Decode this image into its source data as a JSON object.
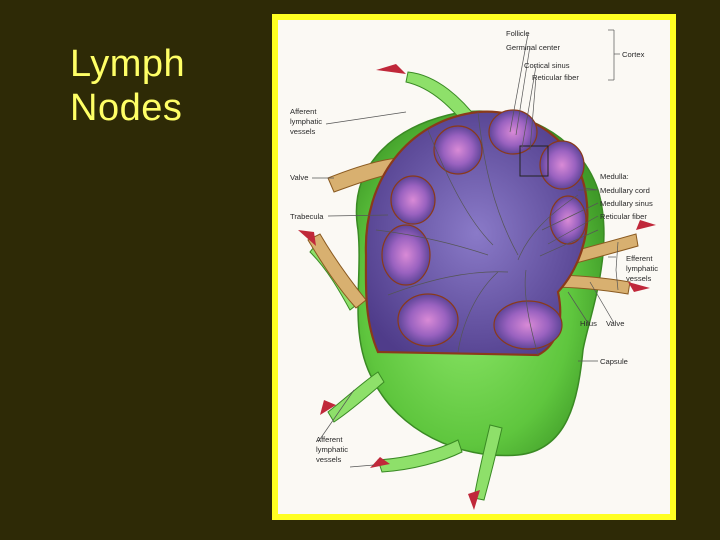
{
  "slide": {
    "title_line1": "Lymph",
    "title_line2": "Nodes",
    "title_color": "#ffff66",
    "background": "#2e2a06",
    "frame_color": "#ffff22"
  },
  "figure": {
    "labels": {
      "follicle": "Follicle",
      "germinal_center": "Germinal center",
      "cortical_sinus": "Cortical sinus",
      "reticular_fiber_top": "Reticular fiber",
      "cortex": "Cortex",
      "afferent_top_1": "Afferent",
      "afferent_top_2": "lymphatic",
      "afferent_top_3": "vessels",
      "valve_left": "Valve",
      "trabecula": "Trabecula",
      "medulla": "Medulla:",
      "medullary_cord": "Medullary cord",
      "medullary_sinus": "Medullary sinus",
      "reticular_fiber_mid": "Reticular fiber",
      "efferent_1": "Efferent",
      "efferent_2": "lymphatic",
      "efferent_3": "vessels",
      "hilus": "Hilus",
      "valve_right": "Valve",
      "capsule": "Capsule",
      "afferent_bottom_1": "Afferent",
      "afferent_bottom_2": "lymphatic",
      "afferent_bottom_3": "vessels"
    },
    "colors": {
      "capsule_green": "#6fd14a",
      "node_purple": "#6a4fa0",
      "follicle_pink": "#c77ac9",
      "trabecula_brown": "#8a3a1a",
      "vessel_tan": "#d8b070",
      "arrow_red": "#c0283a"
    }
  }
}
